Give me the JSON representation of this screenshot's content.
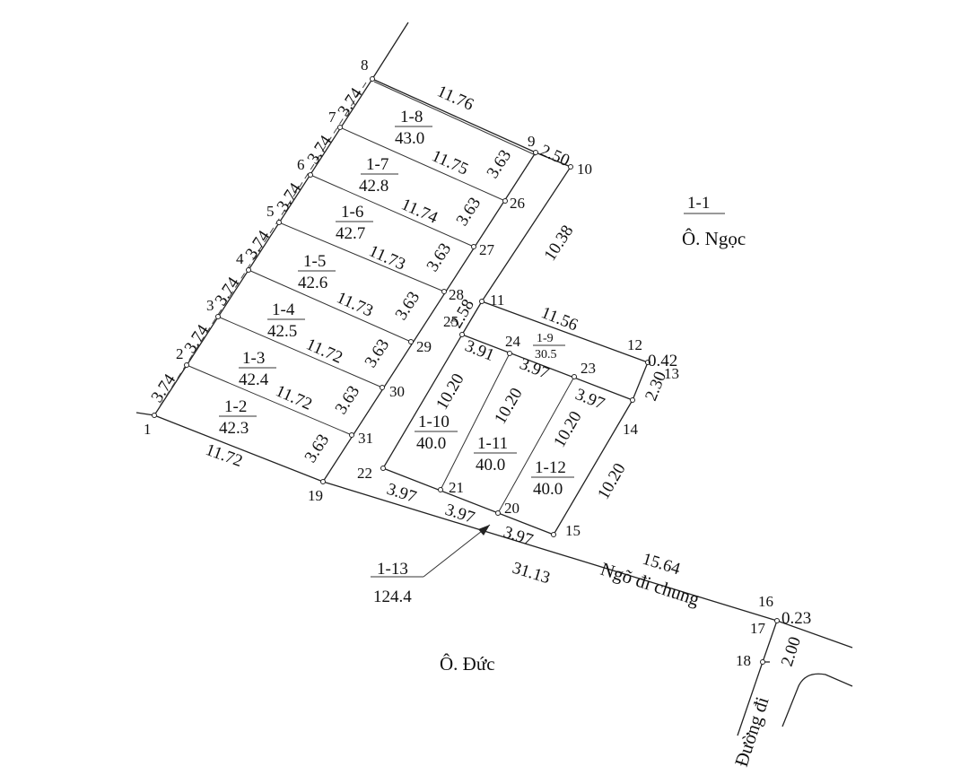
{
  "points": [
    "1",
    "2",
    "3",
    "4",
    "5",
    "6",
    "7",
    "8",
    "9",
    "10",
    "11",
    "12",
    "13",
    "14",
    "15",
    "16",
    "17",
    "18",
    "19",
    "20",
    "21",
    "22",
    "23",
    "24",
    "25",
    "26",
    "27",
    "28",
    "29",
    "30",
    "31"
  ],
  "lots": [
    {
      "id": "1-2",
      "area": "42.3"
    },
    {
      "id": "1-3",
      "area": "42.4"
    },
    {
      "id": "1-4",
      "area": "42.5"
    },
    {
      "id": "1-5",
      "area": "42.6"
    },
    {
      "id": "1-6",
      "area": "42.7"
    },
    {
      "id": "1-7",
      "area": "42.8"
    },
    {
      "id": "1-8",
      "area": "43.0"
    },
    {
      "id": "1-9",
      "area": "30.5"
    },
    {
      "id": "1-10",
      "area": "40.0"
    },
    {
      "id": "1-11",
      "area": "40.0"
    },
    {
      "id": "1-12",
      "area": "40.0"
    },
    {
      "id": "1-13",
      "area": "124.4"
    },
    {
      "id": "1-1",
      "area": ""
    }
  ],
  "dimensions": {
    "front_1_2": "3.74",
    "front_2_3": "3.74",
    "front_3_4": "3.74",
    "front_4_5": "3.74",
    "front_5_6": "3.74",
    "front_6_7": "3.74",
    "front_7_8": "3.74",
    "d_8_9": "11.76",
    "d_7_26": "11.75",
    "d_6_27": "11.74",
    "d_5_28": "11.73",
    "d_4_29": "11.73",
    "d_3_30": "11.72",
    "d_2_31": "11.72",
    "d_1_19": "11.72",
    "d_9_10": "2.50",
    "d_10_11": "10.38",
    "b_9_26": "3.63",
    "b_26_27": "3.63",
    "b_27_28": "3.63",
    "b_28_29": "3.63",
    "b_29_30": "3.63",
    "b_30_31": "3.63",
    "b_31_19": "3.63",
    "d_25_11": "2.58",
    "d_11_12": "11.56",
    "d_12_13": "0.42",
    "d_13_14": "2.30",
    "d_23_14": "3.97",
    "d_24_23": "3.97",
    "d_25_24": "3.91",
    "d_22_25": "10.20",
    "d_21_24": "10.20",
    "d_20_23": "10.20",
    "d_15_14": "10.20",
    "d_22_21": "3.97",
    "d_21_20": "3.97",
    "d_20_15": "3.97",
    "d_19_20": "31.13",
    "d_15_16": "15.64",
    "d_16_17": "0.23",
    "d_17_18": "2.00"
  },
  "labels": {
    "owner_top": "Ô. Ngọc",
    "owner_bottom": "Ô. Đức",
    "lane": "Ngõ đi chung",
    "road": "Đường đi"
  }
}
